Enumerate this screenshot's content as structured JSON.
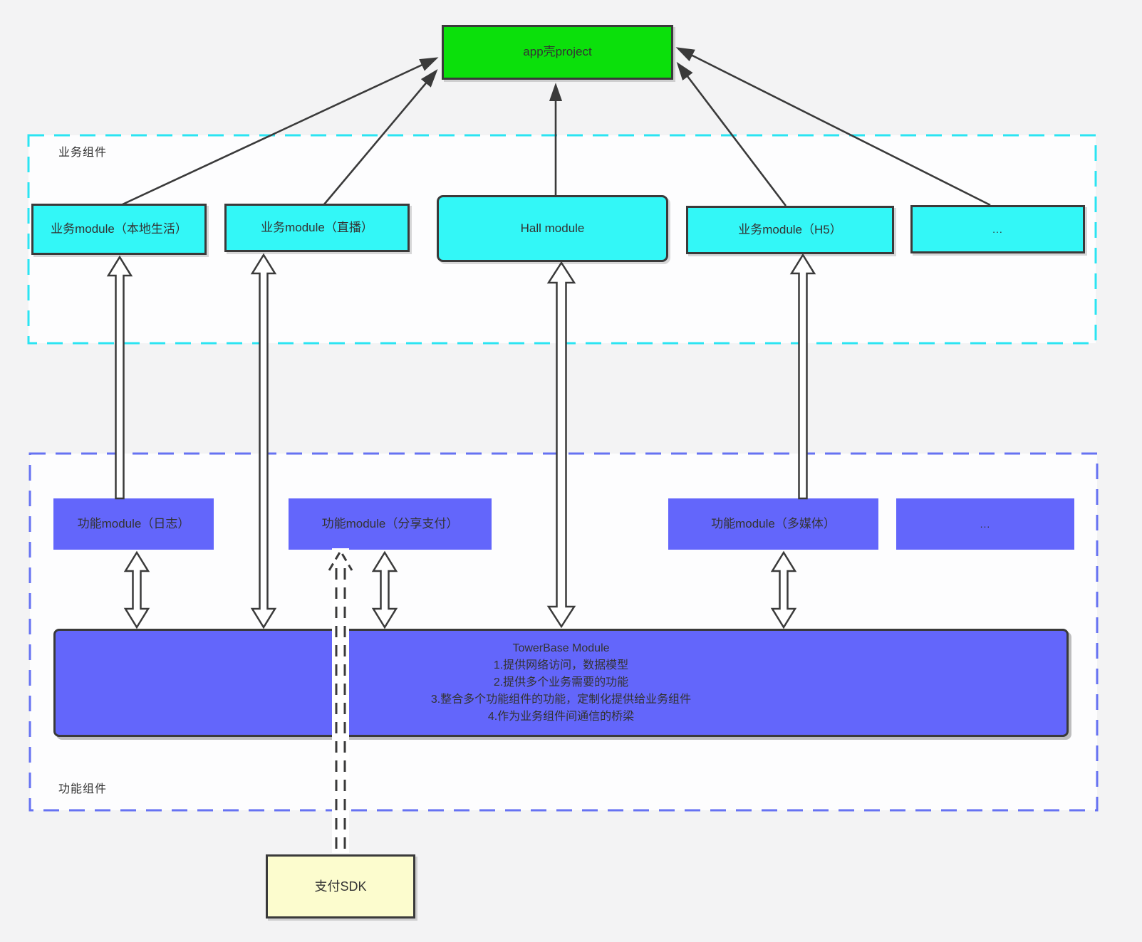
{
  "app_shell": {
    "label": "app壳project"
  },
  "business_region": {
    "label": "业务组件",
    "modules": [
      {
        "label": "业务module（本地生活）"
      },
      {
        "label": "业务module（直播）"
      },
      {
        "label": "Hall module"
      },
      {
        "label": "业务module（H5）"
      },
      {
        "label": "..."
      }
    ]
  },
  "function_region": {
    "label": "功能组件",
    "modules": [
      {
        "label": "功能module（日志）"
      },
      {
        "label": "功能module（分享支付）"
      },
      {
        "label": "功能module（多媒体）"
      },
      {
        "label": "..."
      }
    ],
    "towerbase": {
      "title": "TowerBase Module",
      "lines": [
        "1.提供网络访问，数据模型",
        "2.提供多个业务需要的功能",
        "3.整合多个功能组件的功能，定制化提供给业务组件",
        "4.作为业务组件间通信的桥梁"
      ]
    }
  },
  "pay_sdk": {
    "label": "支付SDK"
  },
  "colors": {
    "bg": "#f3f3f4",
    "region-fill": "#fdfdfe",
    "cyan-box": "#33f7f7",
    "cyan-dash": "#2be4f2",
    "green-box": "#0be00b",
    "purple-box": "#6366fb",
    "blue-dash": "#6672f2",
    "yellow-box": "#fcfcce",
    "stroke": "#3a3a3a",
    "text": "#333333"
  }
}
